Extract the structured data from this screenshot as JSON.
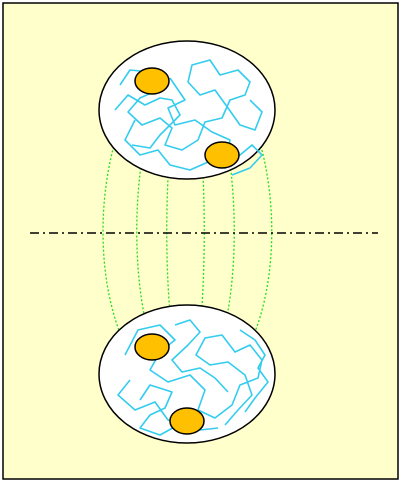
{
  "colors": {
    "background": "#ffffcc",
    "frame": "#000000",
    "nucleus_fill": "#ffffff",
    "nucleus_outline": "#000000",
    "chromatin": "#33ccee",
    "centrosome_fill": "#ffc000",
    "centrosome_outline": "#000000",
    "spindle_fibers": "#22dd22",
    "metaphase_plate": "#000000"
  },
  "icons": {
    "chromatin": "tangled-chromatin-icon",
    "centrosome": "centrosome-icon"
  },
  "counts": {
    "nuclei": 2,
    "centrosomes_per_nucleus": 2,
    "spindle_fiber_arcs": 6
  }
}
